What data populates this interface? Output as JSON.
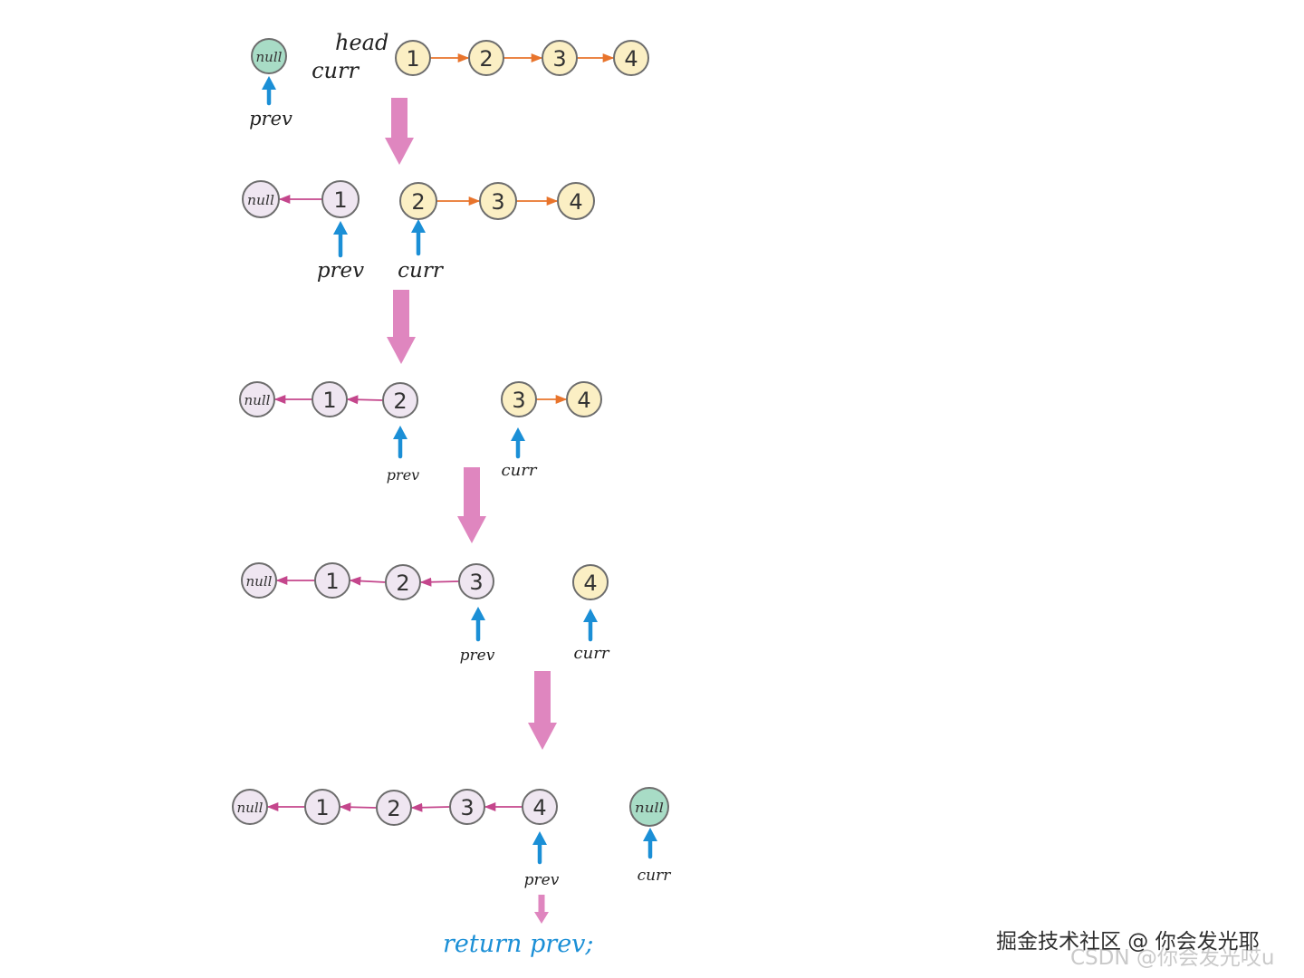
{
  "labels": {
    "head": "head",
    "curr": "curr",
    "prev": "prev",
    "null": "null",
    "return_statement": "return prev;"
  },
  "colors": {
    "pending_node_fill": "#fbefc4",
    "reversed_node_fill": "#efe6f1",
    "null_current_fill": "#a8dcc6",
    "forward_link": "#e8742c",
    "reversed_link": "#c4468c",
    "pointer_arrow": "#1b8fd6",
    "step_arrow": "#df86bf",
    "return_text": "#1b8fd6"
  },
  "steps": [
    {
      "id": "step-0",
      "reversed_nodes": [],
      "remaining_nodes": [
        "1",
        "2",
        "3",
        "4"
      ],
      "prev_points_to": "null",
      "curr_points_to": "1",
      "head_label": true
    },
    {
      "id": "step-1",
      "reversed_nodes": [
        "1"
      ],
      "remaining_nodes": [
        "2",
        "3",
        "4"
      ],
      "prev_points_to": "1",
      "curr_points_to": "2"
    },
    {
      "id": "step-2",
      "reversed_nodes": [
        "1",
        "2"
      ],
      "remaining_nodes": [
        "3",
        "4"
      ],
      "prev_points_to": "2",
      "curr_points_to": "3"
    },
    {
      "id": "step-3",
      "reversed_nodes": [
        "1",
        "2",
        "3"
      ],
      "remaining_nodes": [
        "4"
      ],
      "prev_points_to": "3",
      "curr_points_to": "4"
    },
    {
      "id": "step-4",
      "reversed_nodes": [
        "1",
        "2",
        "3",
        "4"
      ],
      "remaining_nodes": [],
      "prev_points_to": "4",
      "curr_points_to": "null",
      "returns": true
    }
  ],
  "watermark": {
    "main": "掘金技术社区 @ 你会发光耶",
    "sub": "CSDN @你会发光哎u"
  }
}
